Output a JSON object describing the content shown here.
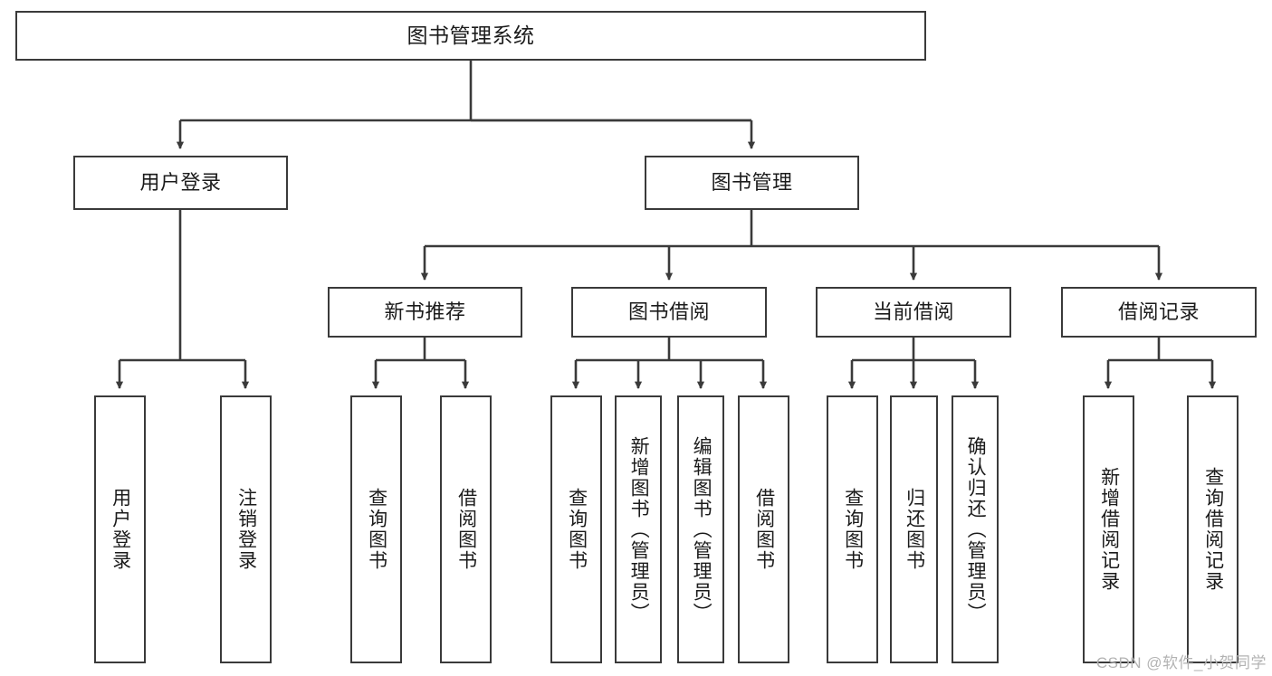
{
  "diagram": {
    "title": "图书管理系统",
    "type": "tree-hierarchy",
    "root": {
      "id": "root",
      "label": "图书管理系统"
    },
    "level2": [
      {
        "id": "user-login",
        "label": "用户登录"
      },
      {
        "id": "book-manage",
        "label": "图书管理"
      }
    ],
    "level3": [
      {
        "id": "new-book-rec",
        "label": "新书推荐",
        "parent": "book-manage"
      },
      {
        "id": "book-borrow",
        "label": "图书借阅",
        "parent": "book-manage"
      },
      {
        "id": "current-borrow",
        "label": "当前借阅",
        "parent": "book-manage"
      },
      {
        "id": "borrow-record",
        "label": "借阅记录",
        "parent": "book-manage"
      }
    ],
    "leaves": [
      {
        "id": "leaf-user-login",
        "label": "用户登录",
        "parent": "user-login"
      },
      {
        "id": "leaf-logout",
        "label": "注销登录",
        "parent": "user-login"
      },
      {
        "id": "leaf-query-book-1",
        "label": "查询图书",
        "parent": "new-book-rec"
      },
      {
        "id": "leaf-borrow-book-1",
        "label": "借阅图书",
        "parent": "new-book-rec"
      },
      {
        "id": "leaf-query-book-2",
        "label": "查询图书",
        "parent": "book-borrow"
      },
      {
        "id": "leaf-add-book",
        "label": "新增图书（管理员）",
        "parent": "book-borrow"
      },
      {
        "id": "leaf-edit-book",
        "label": "编辑图书（管理员）",
        "parent": "book-borrow"
      },
      {
        "id": "leaf-borrow-book-2",
        "label": "借阅图书",
        "parent": "book-borrow"
      },
      {
        "id": "leaf-query-book-3",
        "label": "查询图书",
        "parent": "current-borrow"
      },
      {
        "id": "leaf-return-book",
        "label": "归还图书",
        "parent": "current-borrow"
      },
      {
        "id": "leaf-confirm-return",
        "label": "确认归还（管理员）",
        "parent": "current-borrow"
      },
      {
        "id": "leaf-add-record",
        "label": "新增借阅记录",
        "parent": "borrow-record"
      },
      {
        "id": "leaf-query-record",
        "label": "查询借阅记录",
        "parent": "borrow-record"
      }
    ],
    "colors": {
      "box_border": "#3a3a3a",
      "box_fill": "#ffffff",
      "connector": "#3a3a3a",
      "text": "#1b1b1b",
      "watermark": "#b3b3b3",
      "background": "#ffffff"
    }
  },
  "watermark": {
    "text": "CSDN @软件_小贺同学"
  }
}
